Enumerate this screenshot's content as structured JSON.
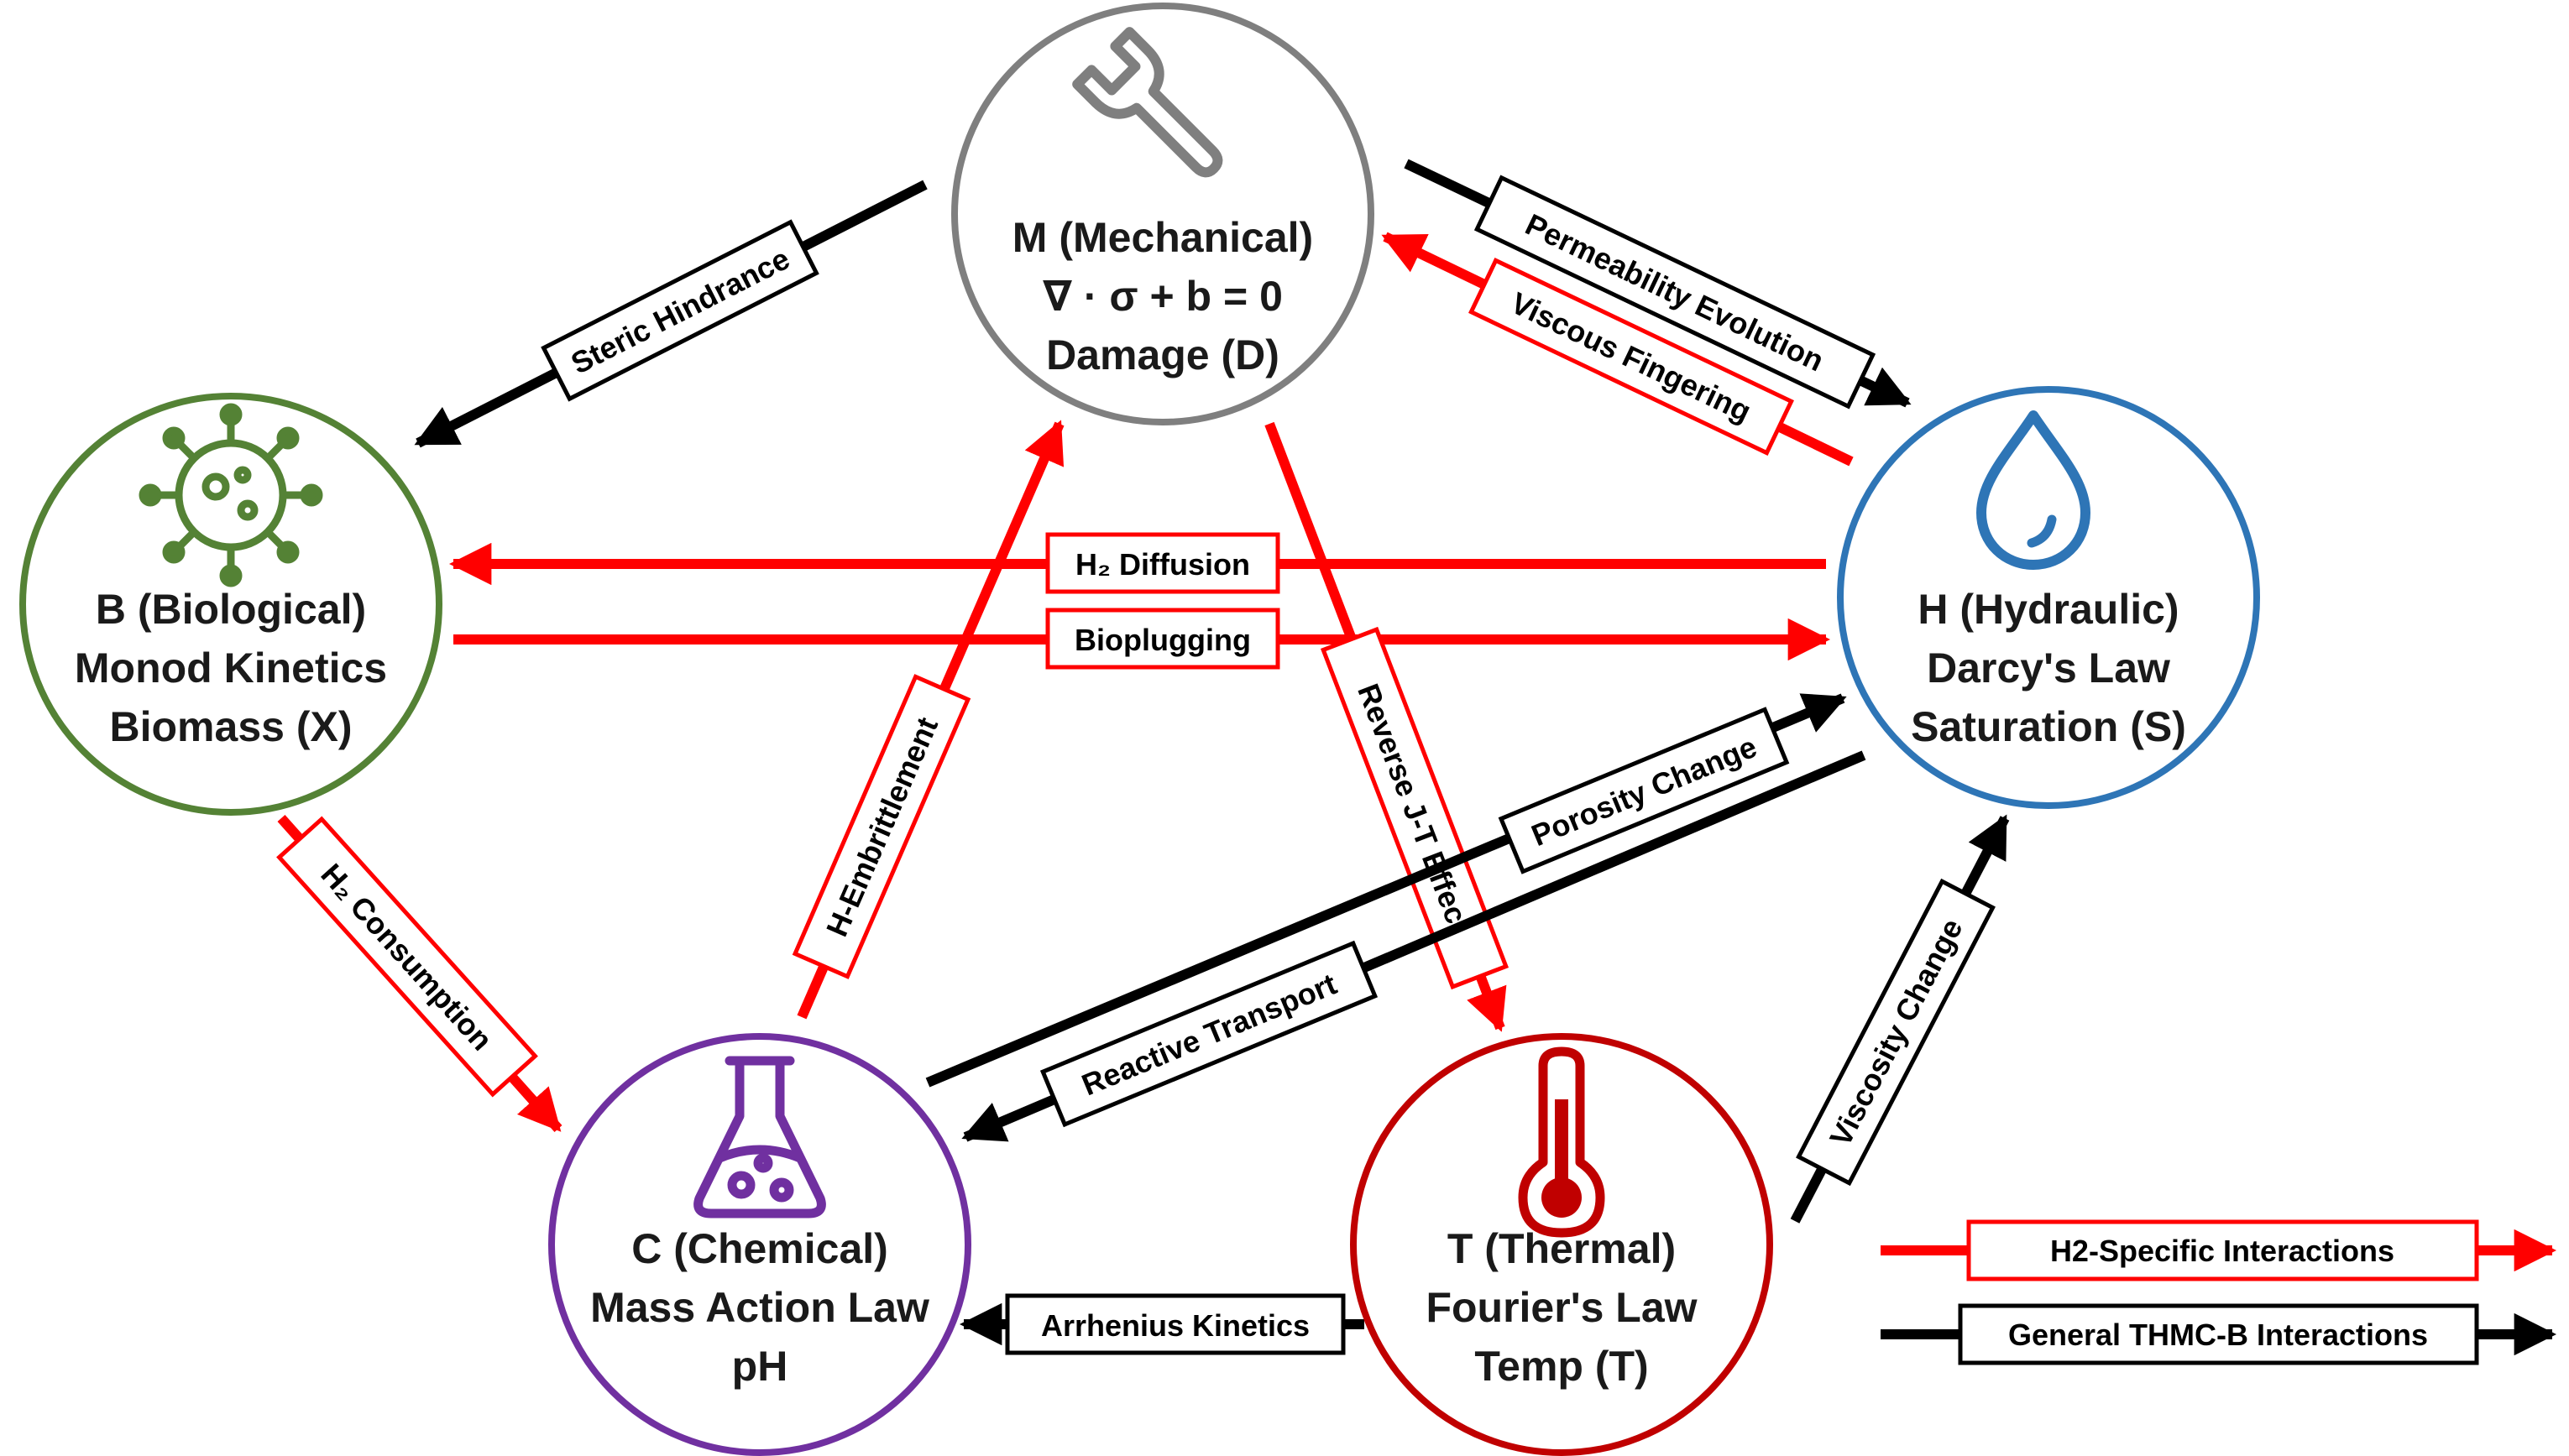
{
  "colors": {
    "h2_arrow": "#ff0000",
    "general_arrow": "#000000",
    "mechanical": "#7f7f7f",
    "biological": "#548235",
    "hydraulic": "#2e75b6",
    "chemical": "#7030a0",
    "thermal": "#c00000"
  },
  "nodes": {
    "mechanical": {
      "icon": "wrench-icon",
      "lines": [
        "M (Mechanical)",
        "∇ · σ + b = 0",
        "Damage (D)"
      ]
    },
    "biological": {
      "icon": "virus-icon",
      "lines": [
        "B (Biological)",
        "Monod Kinetics",
        "Biomass (X)"
      ]
    },
    "hydraulic": {
      "icon": "water-drop-icon",
      "lines": [
        "H (Hydraulic)",
        "Darcy's Law",
        "Saturation (S)"
      ]
    },
    "chemical": {
      "icon": "flask-icon",
      "lines": [
        "C (Chemical)",
        "Mass Action Law",
        "pH"
      ]
    },
    "thermal": {
      "icon": "thermometer-icon",
      "lines": [
        "T (Thermal)",
        "Fourier's Law",
        "Temp (T)"
      ]
    }
  },
  "interactions": {
    "steric_hindrance": "Steric Hindrance",
    "permeability_evolution": "Permeability Evolution",
    "viscous_fingering": "Viscous Fingering",
    "h2_diffusion": "H₂ Diffusion",
    "bioplugging": "Bioplugging",
    "h_embrittlement": "H-Embrittlement",
    "reverse_jt": "Reverse J-T Effect",
    "porosity_change": "Porosity Change",
    "reactive_transport": "Reactive Transport",
    "h2_consumption": "H₂ Consumption",
    "viscosity_change": "Viscosity Change",
    "arrhenius": "Arrhenius Kinetics"
  },
  "legend": {
    "h2_specific": "H2-Specific Interactions",
    "general": "General THMC-B Interactions"
  }
}
